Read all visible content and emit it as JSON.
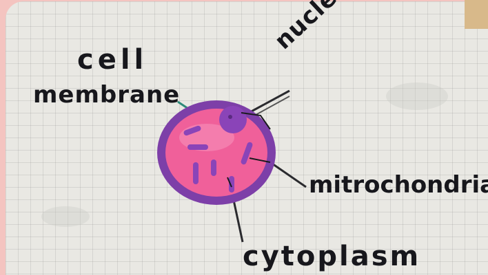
{
  "labels": {
    "cell": "cell",
    "membrane": "membrane",
    "nucleus": "nucleus",
    "mitochondria": "mitrochondria",
    "cytoplasm": "cytoplasm"
  },
  "colors": {
    "background_frame": "#f4c4c0",
    "whiteboard": "#e9e8e3",
    "membrane": "#7d3fa8",
    "cytoplasm": "#f0609a",
    "organelles": "#8a44b8",
    "marker": "#17171c"
  }
}
